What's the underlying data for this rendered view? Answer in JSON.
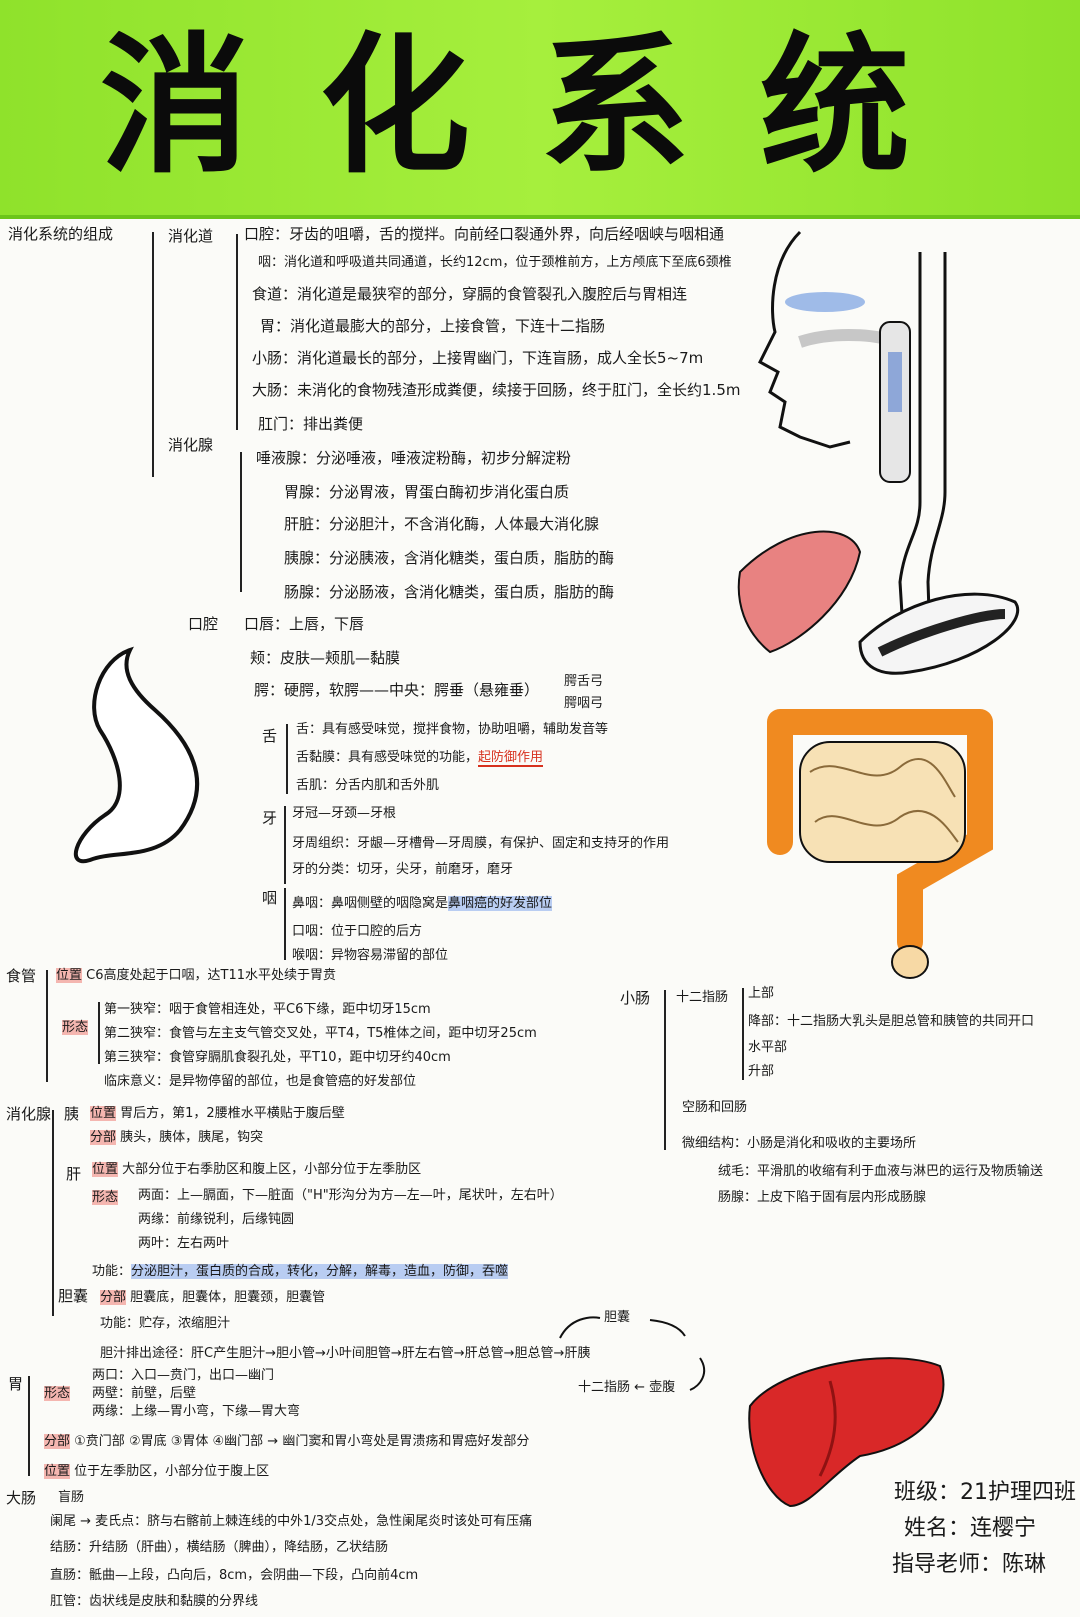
{
  "title": "消化系统",
  "components": {
    "heading": "消化系统的组成",
    "tract_label": "消化道",
    "tract": [
      "口腔：牙齿的咀嚼，舌的搅拌。向前经口裂通外界，向后经咽峡与咽相通",
      "咽：消化道和呼吸道共同通道，长约12cm，位于颈椎前方，上方颅底下至底6颈椎",
      "食道：消化道是最狭窄的部分，穿膈的食管裂孔入腹腔后与胃相连",
      "胃：消化道最膨大的部分，上接食管，下连十二指肠",
      "小肠：消化道最长的部分，上接胃幽门，下连盲肠，成人全长5~7m",
      "大肠：未消化的食物残渣形成粪便，续接于回肠，终于肛门，全长约1.5m",
      "肛门：排出粪便"
    ],
    "gland_label": "消化腺",
    "glands": [
      "唾液腺：分泌唾液，唾液淀粉酶，初步分解淀粉",
      "胃腺：分泌胃液，胃蛋白酶初步消化蛋白质",
      "肝脏：分泌胆汁，不含消化酶，人体最大消化腺",
      "胰腺：分泌胰液，含消化糖类，蛋白质，脂肪的酶",
      "肠腺：分泌肠液，含消化糖类，蛋白质，脂肪的酶"
    ]
  },
  "mouth": {
    "label": "口腔",
    "lips": "口唇：上唇，下唇",
    "cheek": "颊：皮肤—颊肌—黏膜",
    "palate": "腭：硬腭，软腭——中央：腭垂（悬雍垂）",
    "palate_arch1": "腭舌弓",
    "palate_arch2": "腭咽弓",
    "tongue_label": "舌",
    "tongue1": "舌：具有感受味觉，搅拌食物，协助咀嚼，辅助发音等",
    "tongue2a": "舌黏膜：具有感受味觉的功能，",
    "tongue2b": "起防御作用",
    "tongue3": "舌肌：分舌内肌和舌外肌",
    "teeth_label": "牙",
    "teeth1": "牙冠—牙颈—牙根",
    "teeth2": "牙周组织：牙龈—牙槽骨—牙周膜，有保护、固定和支持牙的作用",
    "teeth3": "牙的分类：切牙，尖牙，前磨牙，磨牙",
    "pharynx_label": "咽",
    "pharynx1a": "鼻咽：鼻咽侧壁的咽隐窝是",
    "pharynx1b": "鼻咽癌的好发部位",
    "pharynx2": "口咽：位于口腔的后方",
    "pharynx3": "喉咽：异物容易滞留的部位"
  },
  "esophagus": {
    "label": "食管",
    "pos_tag": "位置",
    "pos": "C6高度处起于口咽，达T11水平处续于胃贲",
    "shape_tag": "形态",
    "n1": "第一狭窄：咽于食管相连处，平C6下缘，距中切牙15cm",
    "n2": "第二狭窄：食管与左主支气管交叉处，平T4，T5椎体之间，距中切牙25cm",
    "n3": "第三狭窄：食管穿膈肌食裂孔处，平T10，距中切牙约40cm",
    "clinic": "临床意义：是异物停留的部位，也是食管癌的好发部位"
  },
  "digestive_glands": {
    "label": "消化腺",
    "pancreas": "胰",
    "p_pos_tag": "位置",
    "p_pos": "胃后方，第1，2腰椎水平横贴于腹后壁",
    "p_part_tag": "分部",
    "p_part": "胰头，胰体，胰尾，钩突",
    "liver": "肝",
    "l_pos_tag": "位置",
    "l_pos": "大部分位于右季肋区和腹上区，小部分位于左季肋区",
    "l_shape_tag": "形态",
    "l_shape1": "两面：上—膈面，下—脏面（\"H\"形沟分为方—左—叶，尾状叶，左右叶）",
    "l_shape2": "两缘：前缘锐利，后缘钝圆",
    "l_shape3": "两叶：左右两叶",
    "l_func_tag": "功能：",
    "l_func_a": "分泌胆汁，蛋白质的合成，",
    "l_func_b": "转化，分解，解毒，造血，防御，吞噬",
    "gallbladder": "胆囊",
    "g_part_tag": "分部",
    "g_part": "胆囊底，胆囊体，胆囊颈，胆囊管",
    "g_func": "功能：贮存，浓缩胆汁",
    "bile_path": "胆汁排出途径：肝C产生胆汁→胆小管→小叶间胆管→肝左右管→肝总管→胆总管→肝胰",
    "bile_top": "胆囊",
    "bile_bottom": "十二指肠 ← 壶腹"
  },
  "stomach": {
    "label": "胃",
    "shape_tag": "形态",
    "s1": "两口：入口—贲门，出口—幽门",
    "s2": "两壁：前壁，后壁",
    "s3": "两缘：上缘—胃小弯，下缘—胃大弯",
    "part_tag": "分部",
    "part": "①贲门部 ②胃底 ③胃体 ④幽门部 → 幽门窦和胃小弯处是胃溃疡和胃癌好发部分",
    "pos_tag": "位置",
    "pos": "位于左季肋区，小部分位于腹上区"
  },
  "small_intestine": {
    "label": "小肠",
    "duodenum": "十二指肠",
    "d1": "上部",
    "d2": "降部：十二指肠大乳头是胆总管和胰管的共同开口",
    "d3": "水平部",
    "d4": "升部",
    "jejunum": "空肠和回肠",
    "micro": "微细结构：小肠是消化和吸收的主要场所",
    "villi": "绒毛：平滑肌的收缩有利于血液与淋巴的运行及物质输送",
    "glands": "肠腺：上皮下陷于固有层内形成肠腺"
  },
  "large_intestine": {
    "label": "大肠",
    "l1": "盲肠",
    "l2": "阑尾 → 麦氏点：脐与右髂前上棘连线的中外1/3交点处，急性阑尾炎时该处可有压痛",
    "l3": "结肠：升结肠（肝曲），横结肠（脾曲），降结肠，乙状结肠",
    "l4": "直肠：骶曲—上段，凸向后，8cm，会阴曲—下段，凸向前4cm",
    "l5": "肛管：齿状线是皮肤和黏膜的分界线"
  },
  "signature": {
    "class": "班级：21护理四班",
    "name": "姓名：连樱宁",
    "teacher": "指导老师：陈琳"
  }
}
